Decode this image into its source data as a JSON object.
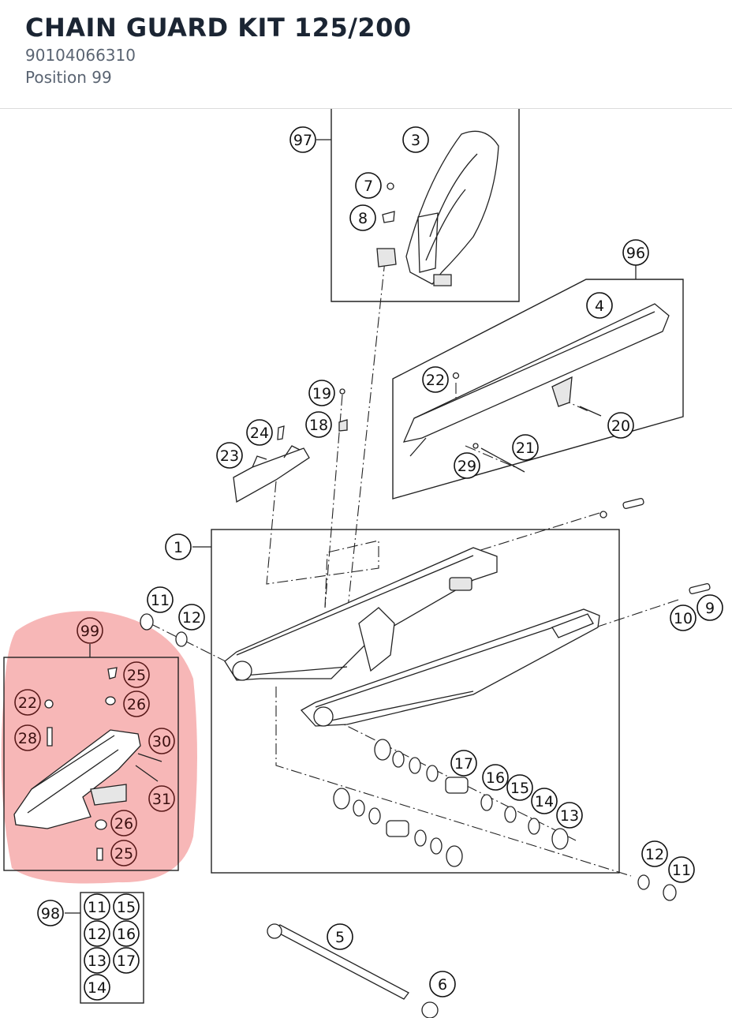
{
  "header": {
    "title": "CHAIN GUARD KIT 125/200",
    "part_number": "90104066310",
    "position": "Position 99"
  },
  "colors": {
    "highlight": "#f28b8b",
    "text_dark": "#1b2533",
    "text_muted": "#5a6472"
  },
  "callouts": {
    "c97": "97",
    "c3": "3",
    "c7": "7",
    "c8": "8",
    "c96": "96",
    "c4": "4",
    "c22a": "22",
    "c20": "20",
    "c21": "21",
    "c29": "29",
    "c19": "19",
    "c18": "18",
    "c24": "24",
    "c23": "23",
    "c1": "1",
    "c11a": "11",
    "c12a": "12",
    "c10": "10",
    "c9": "9",
    "c99": "99",
    "c25a": "25",
    "c26a": "26",
    "c22b": "22",
    "c28": "28",
    "c30": "30",
    "c31": "31",
    "c26b": "26",
    "c25b": "25",
    "c17": "17",
    "c16": "16",
    "c15": "15",
    "c14": "14",
    "c13": "13",
    "c12b": "12",
    "c11b": "11",
    "c98": "98",
    "k11": "11",
    "k15": "15",
    "k12": "12",
    "k16": "16",
    "k13": "13",
    "k17": "17",
    "k14": "14",
    "c5": "5",
    "c6": "6"
  }
}
